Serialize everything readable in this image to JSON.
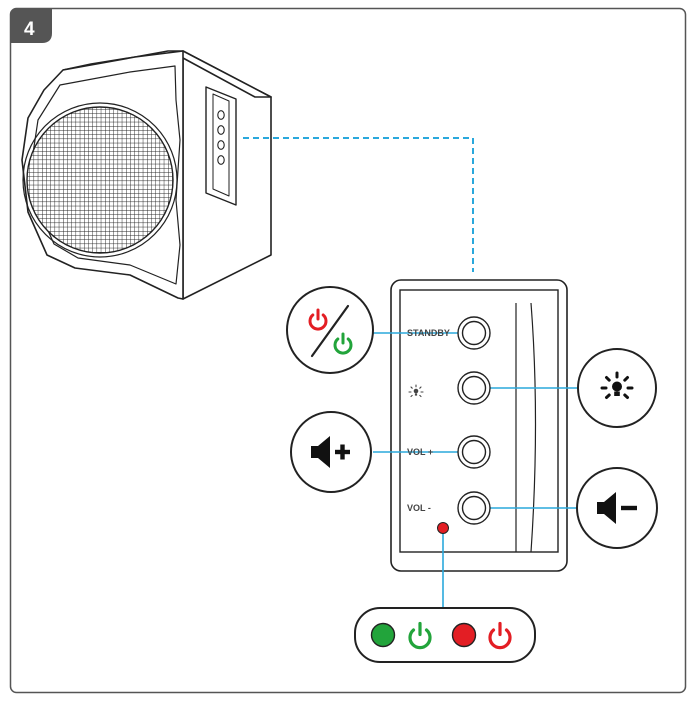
{
  "step_number": "4",
  "control_panel": {
    "buttons": [
      {
        "label": "STANDBY",
        "function": "power standby"
      },
      {
        "label": "",
        "function": "light",
        "icon": "light-bulb-icon"
      },
      {
        "label": "VOL +",
        "function": "volume up"
      },
      {
        "label": "VOL -",
        "function": "volume down"
      }
    ]
  },
  "icons": {
    "power_toggle": "power-red-green-icon",
    "light": "light-bulb-icon",
    "volume_up": "speaker-plus-icon",
    "volume_down": "speaker-minus-icon"
  },
  "indicator_states": [
    {
      "led_color": "#22a43b",
      "power_icon_color": "#22a43b"
    },
    {
      "led_color": "#e31e24",
      "power_icon_color": "#e31e24"
    }
  ],
  "colors": {
    "leader_line": "#2aa8dc",
    "frame": "#555555",
    "step_badge": "#555555",
    "green": "#22a43b",
    "red": "#e31e24"
  }
}
